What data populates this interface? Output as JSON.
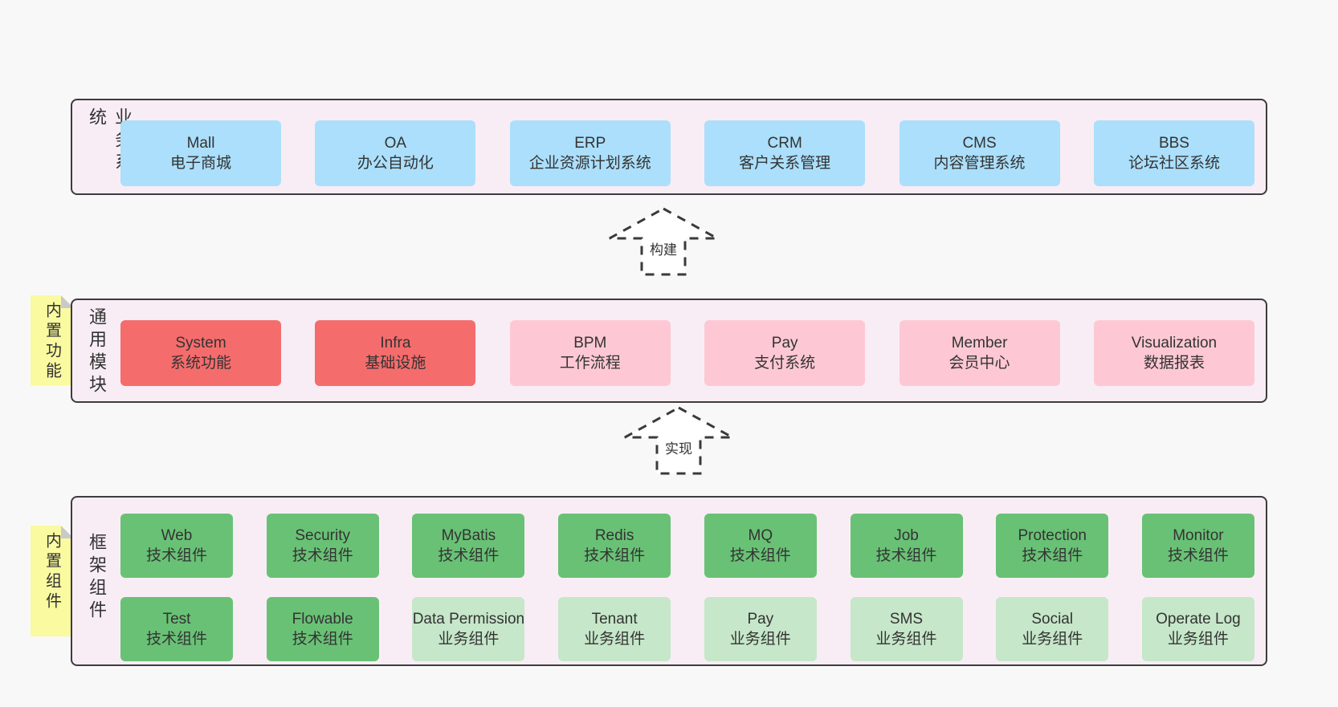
{
  "colors": {
    "page_bg": "#f8f8f8",
    "container_bg": "#f8edf5",
    "container_border": "#3c3c3c",
    "blue": "#abdffb",
    "red": "#f56c6c",
    "pink": "#fdc8d4",
    "green": "#69c175",
    "light_green": "#c6e7c9",
    "note_yellow": "#fafaa0",
    "text": "#333333"
  },
  "arrows": [
    {
      "label": "构建"
    },
    {
      "label": "实现"
    }
  ],
  "layers": [
    {
      "label": "业务系统",
      "boxes": [
        {
          "title": "Mall",
          "subtitle": "电子商城"
        },
        {
          "title": "OA",
          "subtitle": "办公自动化"
        },
        {
          "title": "ERP",
          "subtitle": "企业资源计划系统"
        },
        {
          "title": "CRM",
          "subtitle": "客户关系管理"
        },
        {
          "title": "CMS",
          "subtitle": "内容管理系统"
        },
        {
          "title": "BBS",
          "subtitle": "论坛社区系统"
        }
      ]
    },
    {
      "label": "通用模块",
      "note": "内置功能",
      "boxes": [
        {
          "title": "System",
          "subtitle": "系统功能"
        },
        {
          "title": "Infra",
          "subtitle": "基础设施"
        },
        {
          "title": "BPM",
          "subtitle": "工作流程"
        },
        {
          "title": "Pay",
          "subtitle": "支付系统"
        },
        {
          "title": "Member",
          "subtitle": "会员中心"
        },
        {
          "title": "Visualization",
          "subtitle": "数据报表"
        }
      ]
    },
    {
      "label": "框架组件",
      "note": "内置组件",
      "boxes": [
        {
          "title": "Web",
          "subtitle": "技术组件"
        },
        {
          "title": "Security",
          "subtitle": "技术组件"
        },
        {
          "title": "MyBatis",
          "subtitle": "技术组件"
        },
        {
          "title": "Redis",
          "subtitle": "技术组件"
        },
        {
          "title": "MQ",
          "subtitle": "技术组件"
        },
        {
          "title": "Job",
          "subtitle": "技术组件"
        },
        {
          "title": "Protection",
          "subtitle": "技术组件"
        },
        {
          "title": "Monitor",
          "subtitle": "技术组件"
        },
        {
          "title": "Test",
          "subtitle": "技术组件"
        },
        {
          "title": "Flowable",
          "subtitle": "技术组件"
        },
        {
          "title": "Data Permission",
          "subtitle": "业务组件"
        },
        {
          "title": "Tenant",
          "subtitle": "业务组件"
        },
        {
          "title": "Pay",
          "subtitle": "业务组件"
        },
        {
          "title": "SMS",
          "subtitle": "业务组件"
        },
        {
          "title": "Social",
          "subtitle": "业务组件"
        },
        {
          "title": "Operate Log",
          "subtitle": "业务组件"
        }
      ]
    }
  ]
}
